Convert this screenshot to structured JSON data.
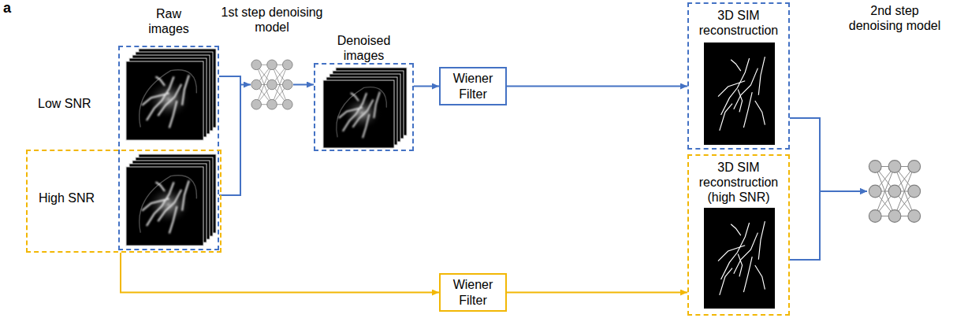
{
  "diagram": {
    "nodes": [
      {
        "text": [
          "Raw images"
        ]
      },
      {
        "text": [
          "High SNR"
        ]
      },
      {
        "text": [
          "1st step denoising model"
        ]
      },
      {
        "text": [
          "Denoised images"
        ]
      },
      {
        "text": [
          "Wiener Filter"
        ]
      },
      {
        "text": [
          "3D SIM reconstruction"
        ]
      },
      {
        "text": [
          "2nd step denoising model"
        ]
      },
      {
        "text": [
          "3D SIM reconstruction (high SNR)"
        ]
      },
      {
        "text": [
          "Wiener Filter"
        ]
      }
    ],
    "edges": [
      {
        "from": 0,
        "to": 2,
        "arrow": "to"
      },
      {
        "from": 2,
        "to": 3,
        "arrow": "to"
      },
      {
        "from": 3,
        "to": 4,
        "arrow": "to"
      },
      {
        "from": 4,
        "to": 5,
        "arrow": "to"
      },
      {
        "from": 5,
        "to": 6,
        "arrow": "to"
      },
      {
        "from": 7,
        "to": 6,
        "arrow": "to"
      },
      {
        "from": 1,
        "to": 8,
        "arrow": "to"
      },
      {
        "from": 8,
        "to": 7,
        "arrow": "to"
      }
    ],
    "labels": [
      "a",
      "Low SNR"
    ]
  }
}
